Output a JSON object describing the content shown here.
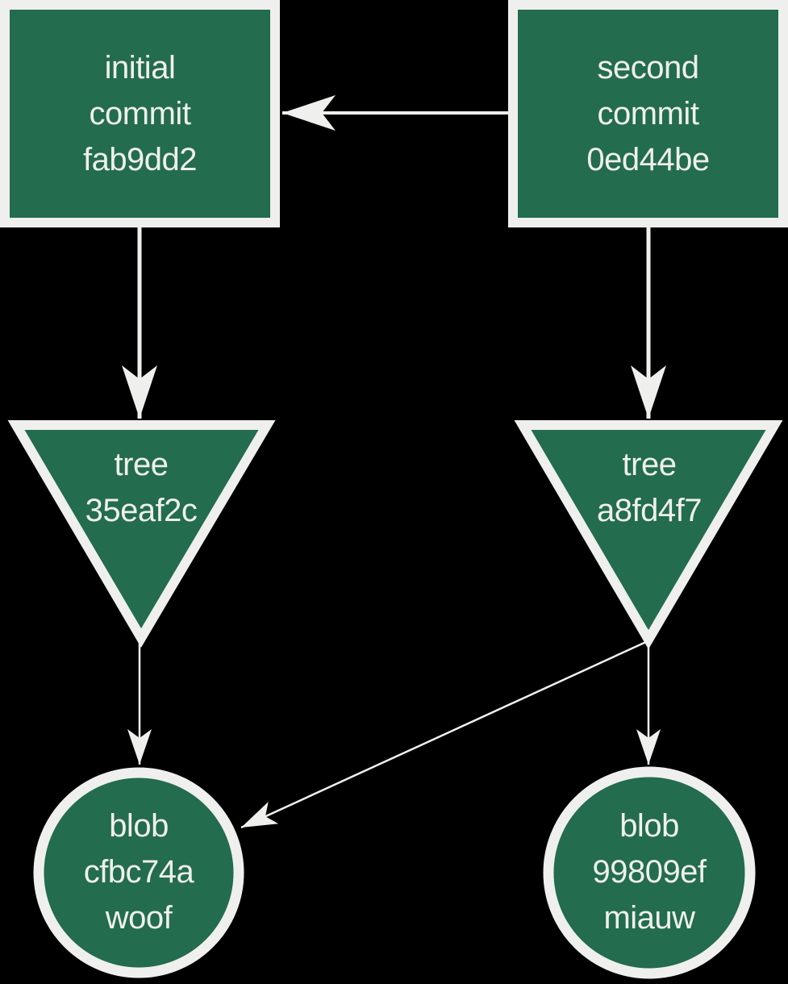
{
  "diagram_type": "git-object-graph",
  "colors": {
    "background": "#000000",
    "node_fill": "#236C4D",
    "node_border": "#EFF0ED",
    "text": "#EFF0ED",
    "arrow": "#EFF0ED"
  },
  "nodes": {
    "commit_initial": {
      "shape": "rectangle",
      "lines": [
        "initial",
        "commit",
        "fab9dd2"
      ]
    },
    "commit_second": {
      "shape": "rectangle",
      "lines": [
        "second",
        "commit",
        "0ed44be"
      ]
    },
    "tree_left": {
      "shape": "triangle-down",
      "lines": [
        "tree",
        "35eaf2c"
      ]
    },
    "tree_right": {
      "shape": "triangle-down",
      "lines": [
        "tree",
        "a8fd4f7"
      ]
    },
    "blob_left": {
      "shape": "circle",
      "lines": [
        "blob",
        "cfbc74a",
        "woof"
      ]
    },
    "blob_right": {
      "shape": "circle",
      "lines": [
        "blob",
        "99809ef",
        "miauw"
      ]
    }
  },
  "edges": [
    {
      "from": "commit_second",
      "to": "commit_initial",
      "style": "thick"
    },
    {
      "from": "commit_initial",
      "to": "tree_left",
      "style": "thick"
    },
    {
      "from": "commit_second",
      "to": "tree_right",
      "style": "thick"
    },
    {
      "from": "tree_left",
      "to": "blob_left",
      "style": "thin"
    },
    {
      "from": "tree_right",
      "to": "blob_left",
      "style": "thin"
    },
    {
      "from": "tree_right",
      "to": "blob_right",
      "style": "thin"
    }
  ]
}
